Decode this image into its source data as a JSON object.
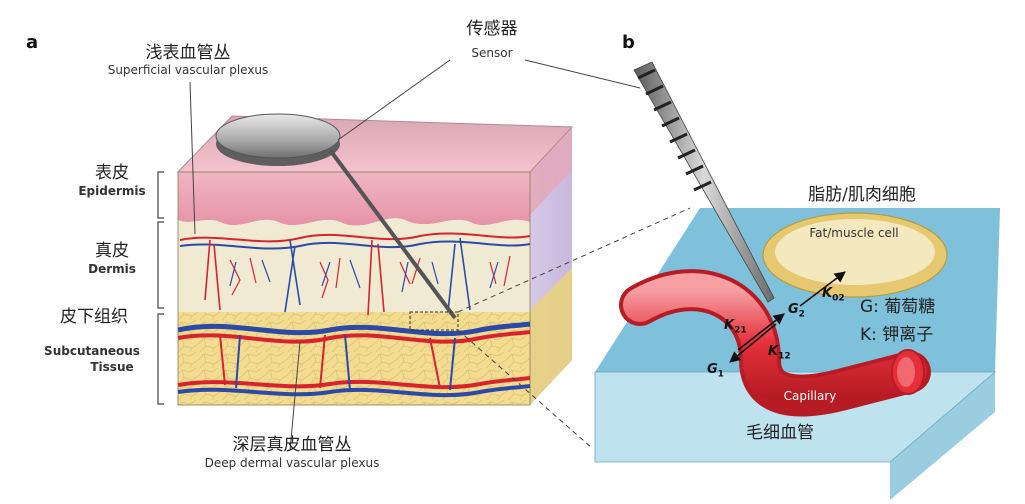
{
  "panels": {
    "a": "a",
    "b": "b"
  },
  "labels": {
    "superficial_zh": "浅表血管丛",
    "superficial_en": "Superficial vascular plexus",
    "sensor_zh": "传感器",
    "sensor_en": "Sensor",
    "epidermis_zh": "表皮",
    "epidermis_en": "Epidermis",
    "dermis_zh": "真皮",
    "dermis_en": "Dermis",
    "subcut_zh": "皮下组织",
    "subcut_en1": "Subcutaneous",
    "subcut_en2": "Tissue",
    "deep_zh": "深层真皮血管丛",
    "deep_en": "Deep dermal vascular plexus",
    "fat_zh": "脂肪/肌肉细胞",
    "fat_en": "Fat/muscle cell",
    "g_legend": "G: 葡萄糖",
    "k_legend": "K: 钾离子",
    "capillary_en": "Capillary",
    "capillary_zh": "毛细血管"
  },
  "kinetics": {
    "g1": "G",
    "g1_sub": "1",
    "g2": "G",
    "g2_sub": "2",
    "k21": "K",
    "k21_sub": "21",
    "k12": "K",
    "k12_sub": "12",
    "k02": "K",
    "k02_sub": "02"
  },
  "colors": {
    "skin_top": "#f3b8c4",
    "epidermis": "#eaa0b2",
    "dermis": "#f1ead2",
    "subcut": "#f3dc8f",
    "artery": "#d8232f",
    "vein": "#2b4aa8",
    "tissue_block": "#9fd3e6",
    "fat_cell": "#f1e1a8",
    "capillary": "#e5303a"
  }
}
